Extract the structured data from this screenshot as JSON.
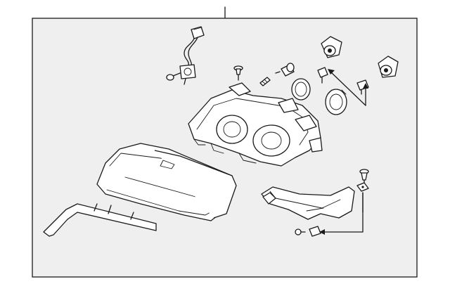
{
  "diagram": {
    "background": "#efefef",
    "line_color": "#1a1a1a",
    "parts": [
      "leader-line",
      "wiring-harness",
      "bulb",
      "bulb-socket",
      "screw",
      "clip",
      "adjuster",
      "bulb-cap",
      "side-marker-socket",
      "headlamp-housing",
      "headlamp-lens",
      "lens-trim-molding",
      "mounting-bracket",
      "bracket-bolt",
      "bracket-nut",
      "callout-arrow"
    ]
  }
}
